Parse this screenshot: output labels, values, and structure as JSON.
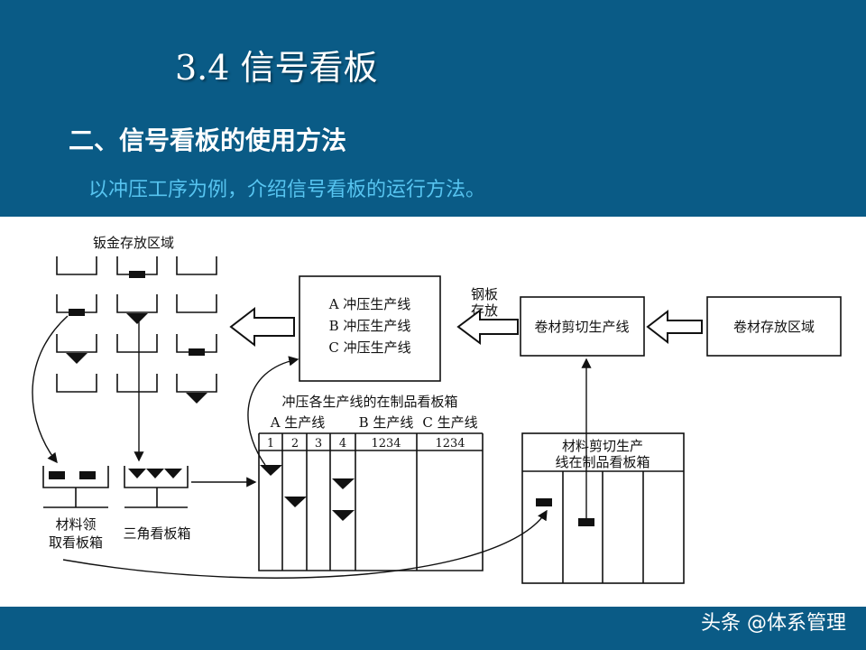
{
  "slide": {
    "title": "3.4  信号看板",
    "section_heading": "二、信号看板的使用方法",
    "intro": "以冲压工序为例，介绍信号看板的运行方法。",
    "watermark": "头条 @体系管理"
  },
  "diagram": {
    "sheet_metal_area": "钣金存放区域",
    "press_lines": [
      "A 冲压生产线",
      "B 冲压生产线",
      "C 冲压生产线"
    ],
    "steel_storage": [
      "钢板",
      "存放"
    ],
    "coil_cutting_line": "卷材剪切生产线",
    "coil_storage_area": "卷材存放区域",
    "press_wip_box_title": "冲压各生产线的在制品看板箱",
    "line_headers": [
      "A 生产线",
      "B 生产线",
      "C 生产线"
    ],
    "a_columns": [
      "1",
      "2",
      "3",
      "4"
    ],
    "b_columns": "1234",
    "c_columns": "1234",
    "cutting_wip_box_title": [
      "材料剪切生产",
      "线在制品看板箱"
    ],
    "material_box_label": [
      "材料领",
      "取看板箱"
    ],
    "triangle_box_label": "三角看板箱"
  },
  "colors": {
    "header_bg": "#0a5b86",
    "intro_text": "#57c4f0",
    "panel_bg": "#ffffff"
  }
}
